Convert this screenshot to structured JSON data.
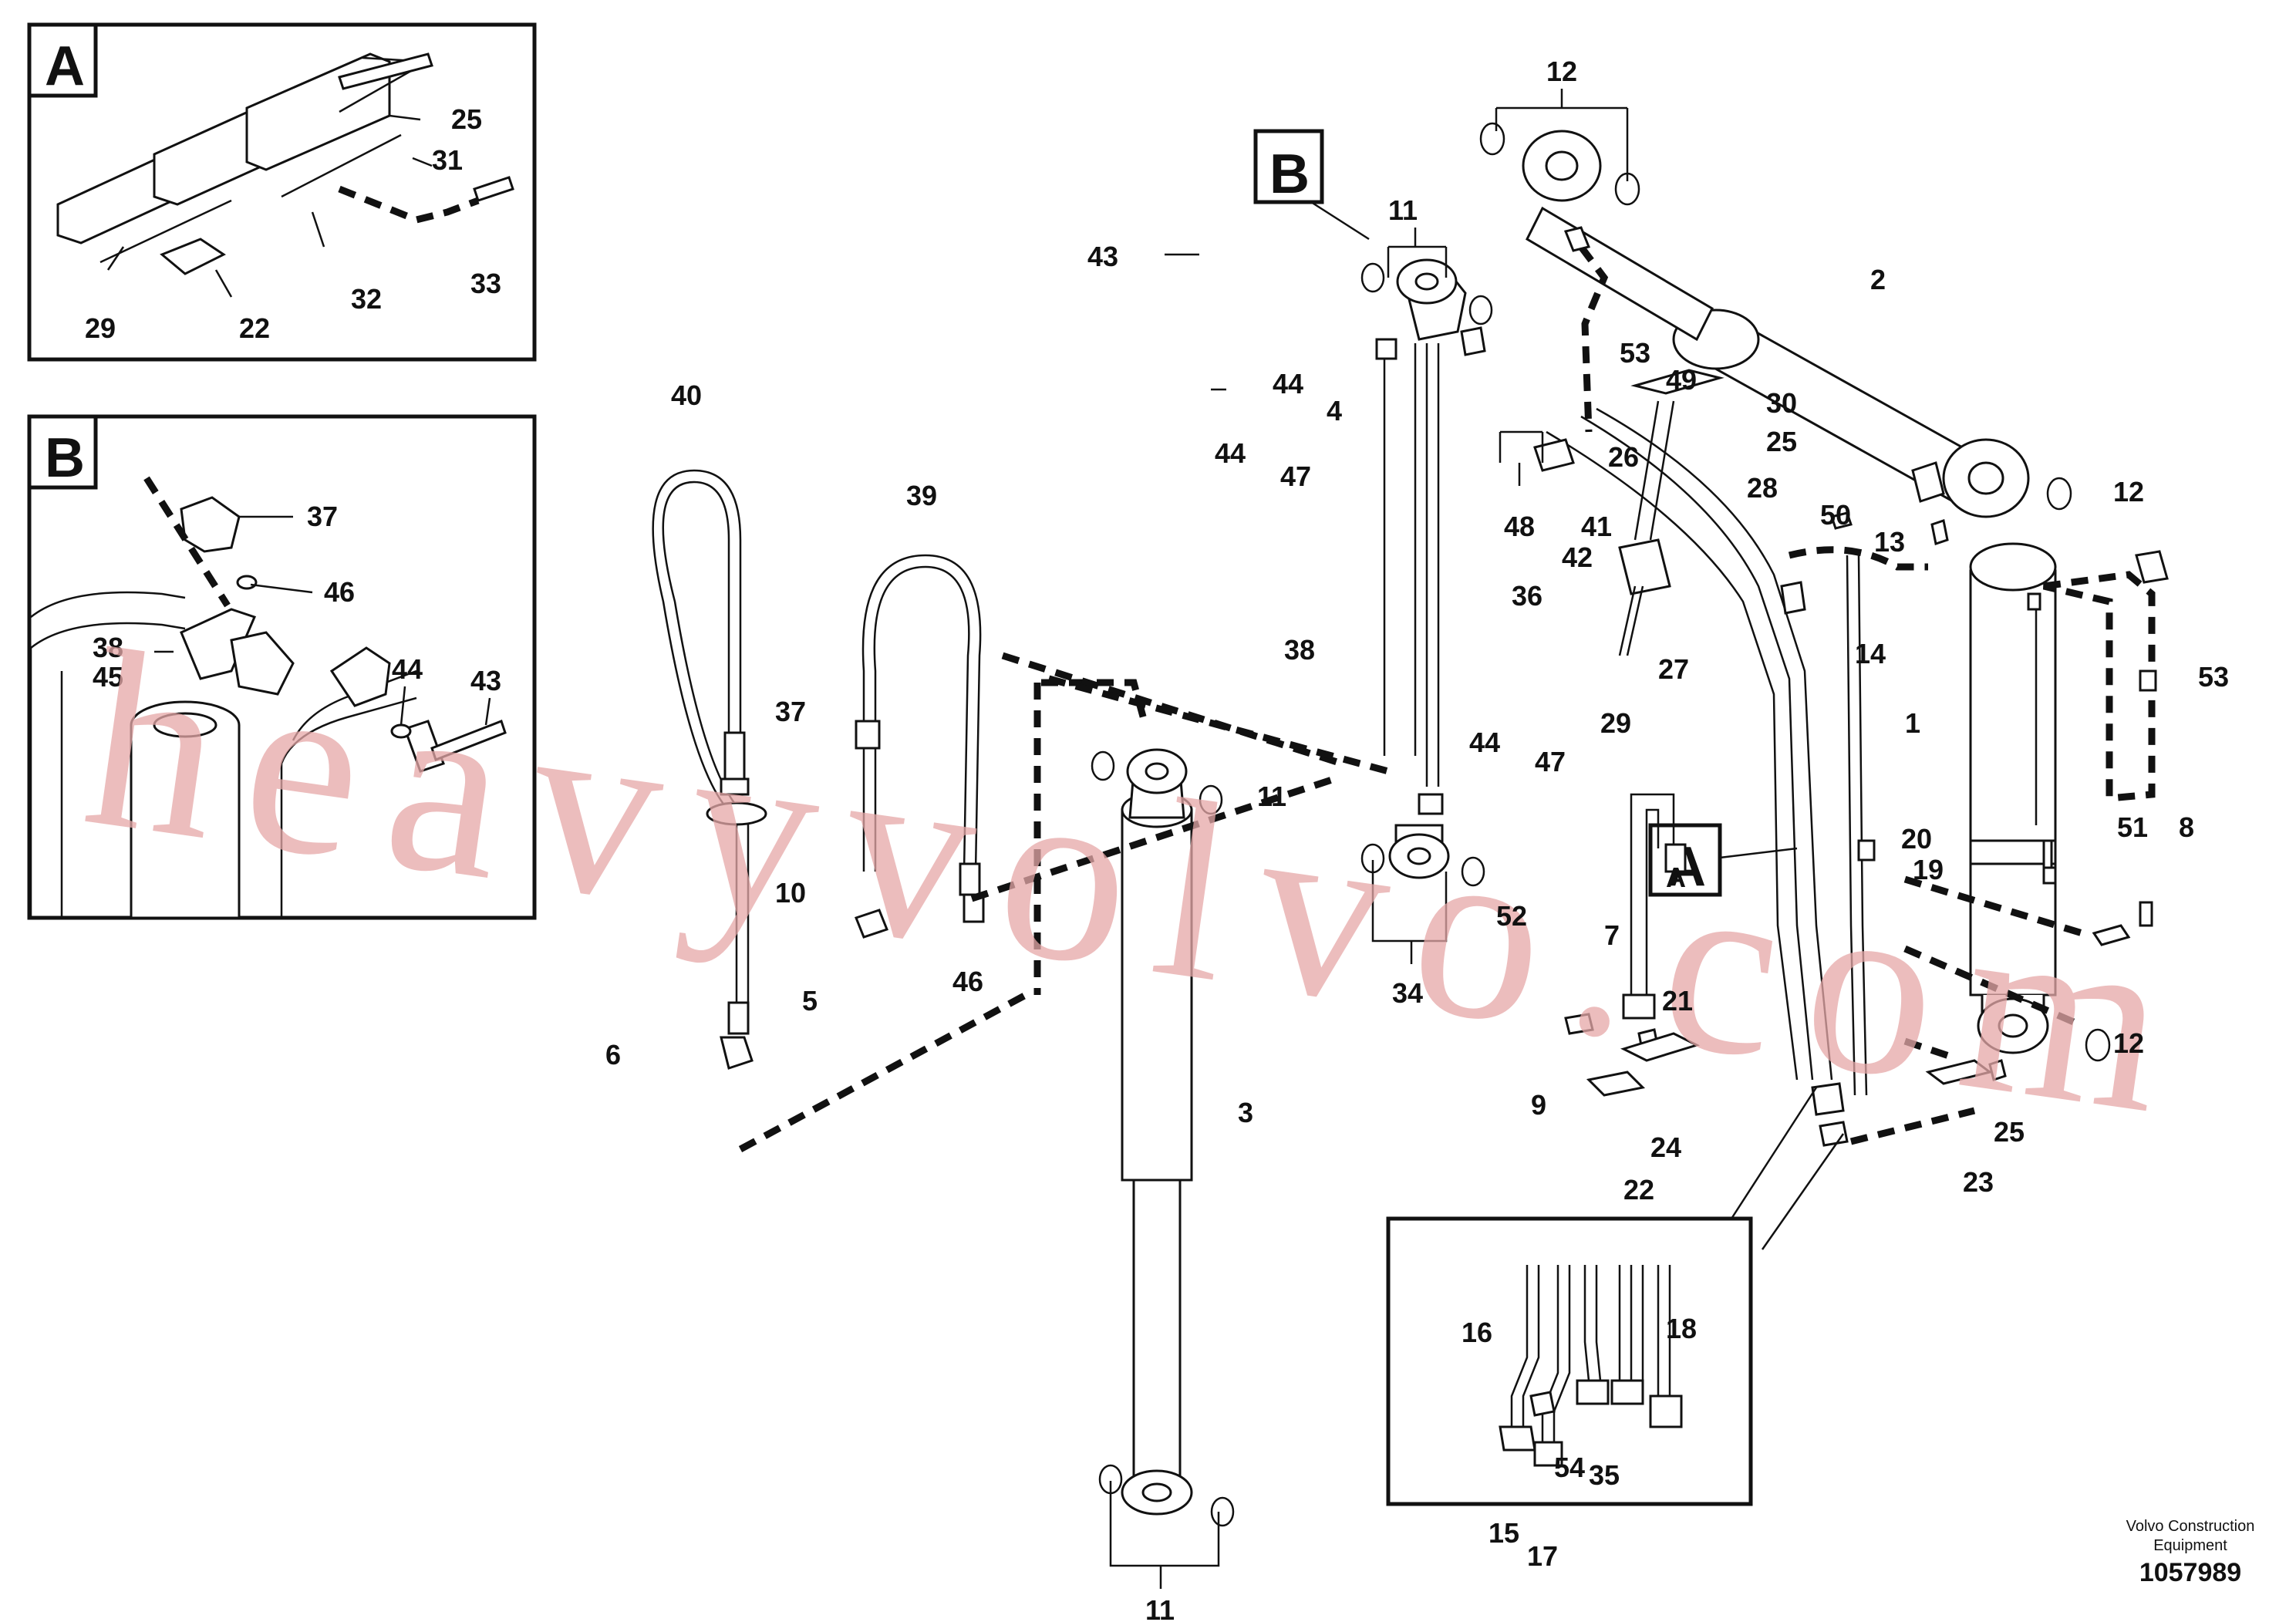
{
  "watermark": "heavyvolvo.com",
  "detail_a": {
    "letter": "A",
    "labels": [
      "25",
      "31",
      "33",
      "32",
      "29",
      "22"
    ]
  },
  "detail_b": {
    "letter": "B",
    "labels": [
      "37",
      "46",
      "44",
      "43",
      "38",
      "45"
    ]
  },
  "main_callouts": {
    "b": "B",
    "a": "A"
  },
  "part_labels": [
    "12",
    "2",
    "11",
    "43",
    "44",
    "4",
    "53",
    "49",
    "30",
    "25",
    "26",
    "28",
    "12",
    "50",
    "13",
    "44",
    "47",
    "48",
    "42",
    "41",
    "36",
    "38",
    "14",
    "27",
    "53",
    "1",
    "29",
    "44",
    "47",
    "40",
    "39",
    "37",
    "11",
    "10",
    "5",
    "46",
    "52",
    "7",
    "A",
    "20",
    "19",
    "51",
    "8",
    "34",
    "6",
    "21",
    "12",
    "9",
    "24",
    "22",
    "25",
    "23",
    "3",
    "16",
    "18",
    "54",
    "35",
    "15",
    "17",
    "11"
  ],
  "footer": {
    "maker_line1": "Volvo Construction",
    "maker_line2": "Equipment",
    "ref_number": "1057989"
  }
}
